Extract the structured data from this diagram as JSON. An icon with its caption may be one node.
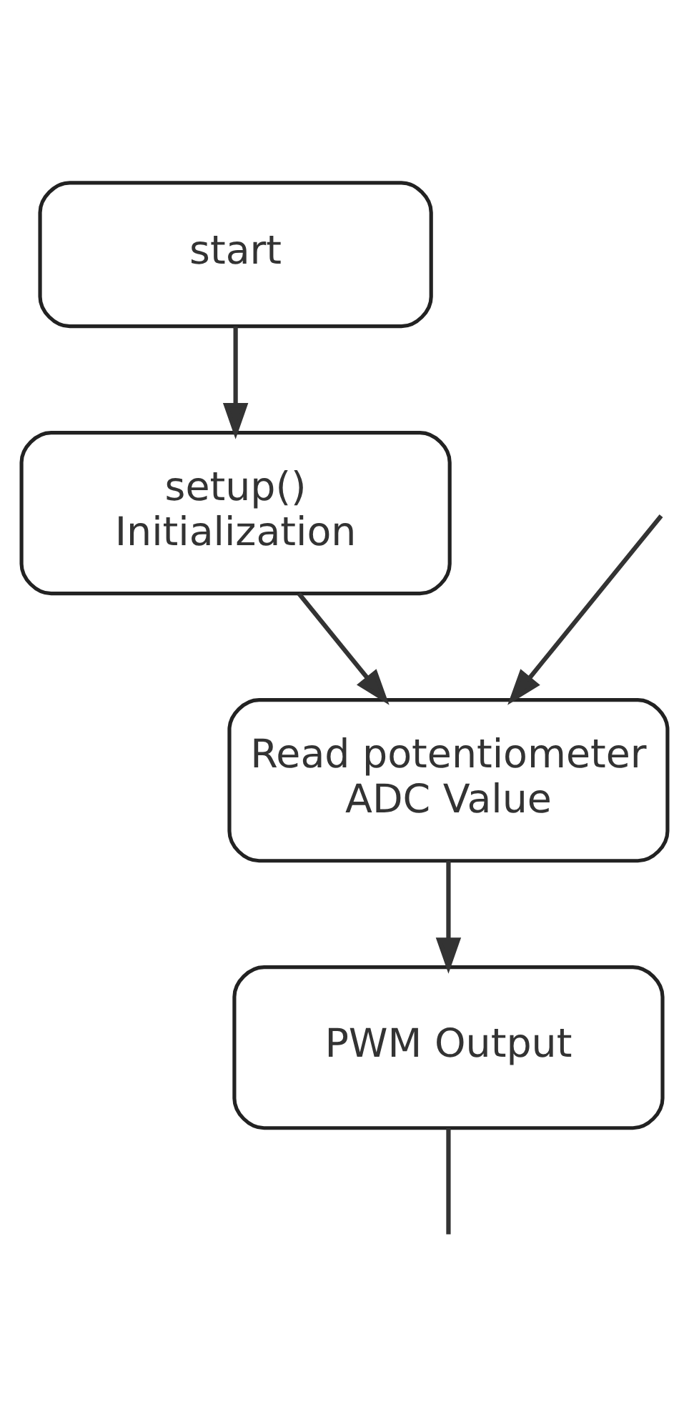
{
  "diagram": {
    "nodes": [
      {
        "text": [
          "start"
        ]
      },
      {
        "text": [
          "setup() Initialization"
        ]
      },
      {
        "text": [
          "Read potentiometer ADC Value"
        ]
      },
      {
        "text": [
          "PWM Output"
        ]
      }
    ],
    "edges": [
      {
        "from": 0,
        "to": 1,
        "arrow": "to"
      },
      {
        "from": 1,
        "to": 2,
        "arrow": "to"
      },
      {
        "from": 2,
        "to": 3,
        "arrow": "to"
      },
      {
        "from": 3,
        "to": null,
        "arrow": "none"
      },
      {
        "from": null,
        "to": 2,
        "arrow": "to"
      }
    ]
  }
}
